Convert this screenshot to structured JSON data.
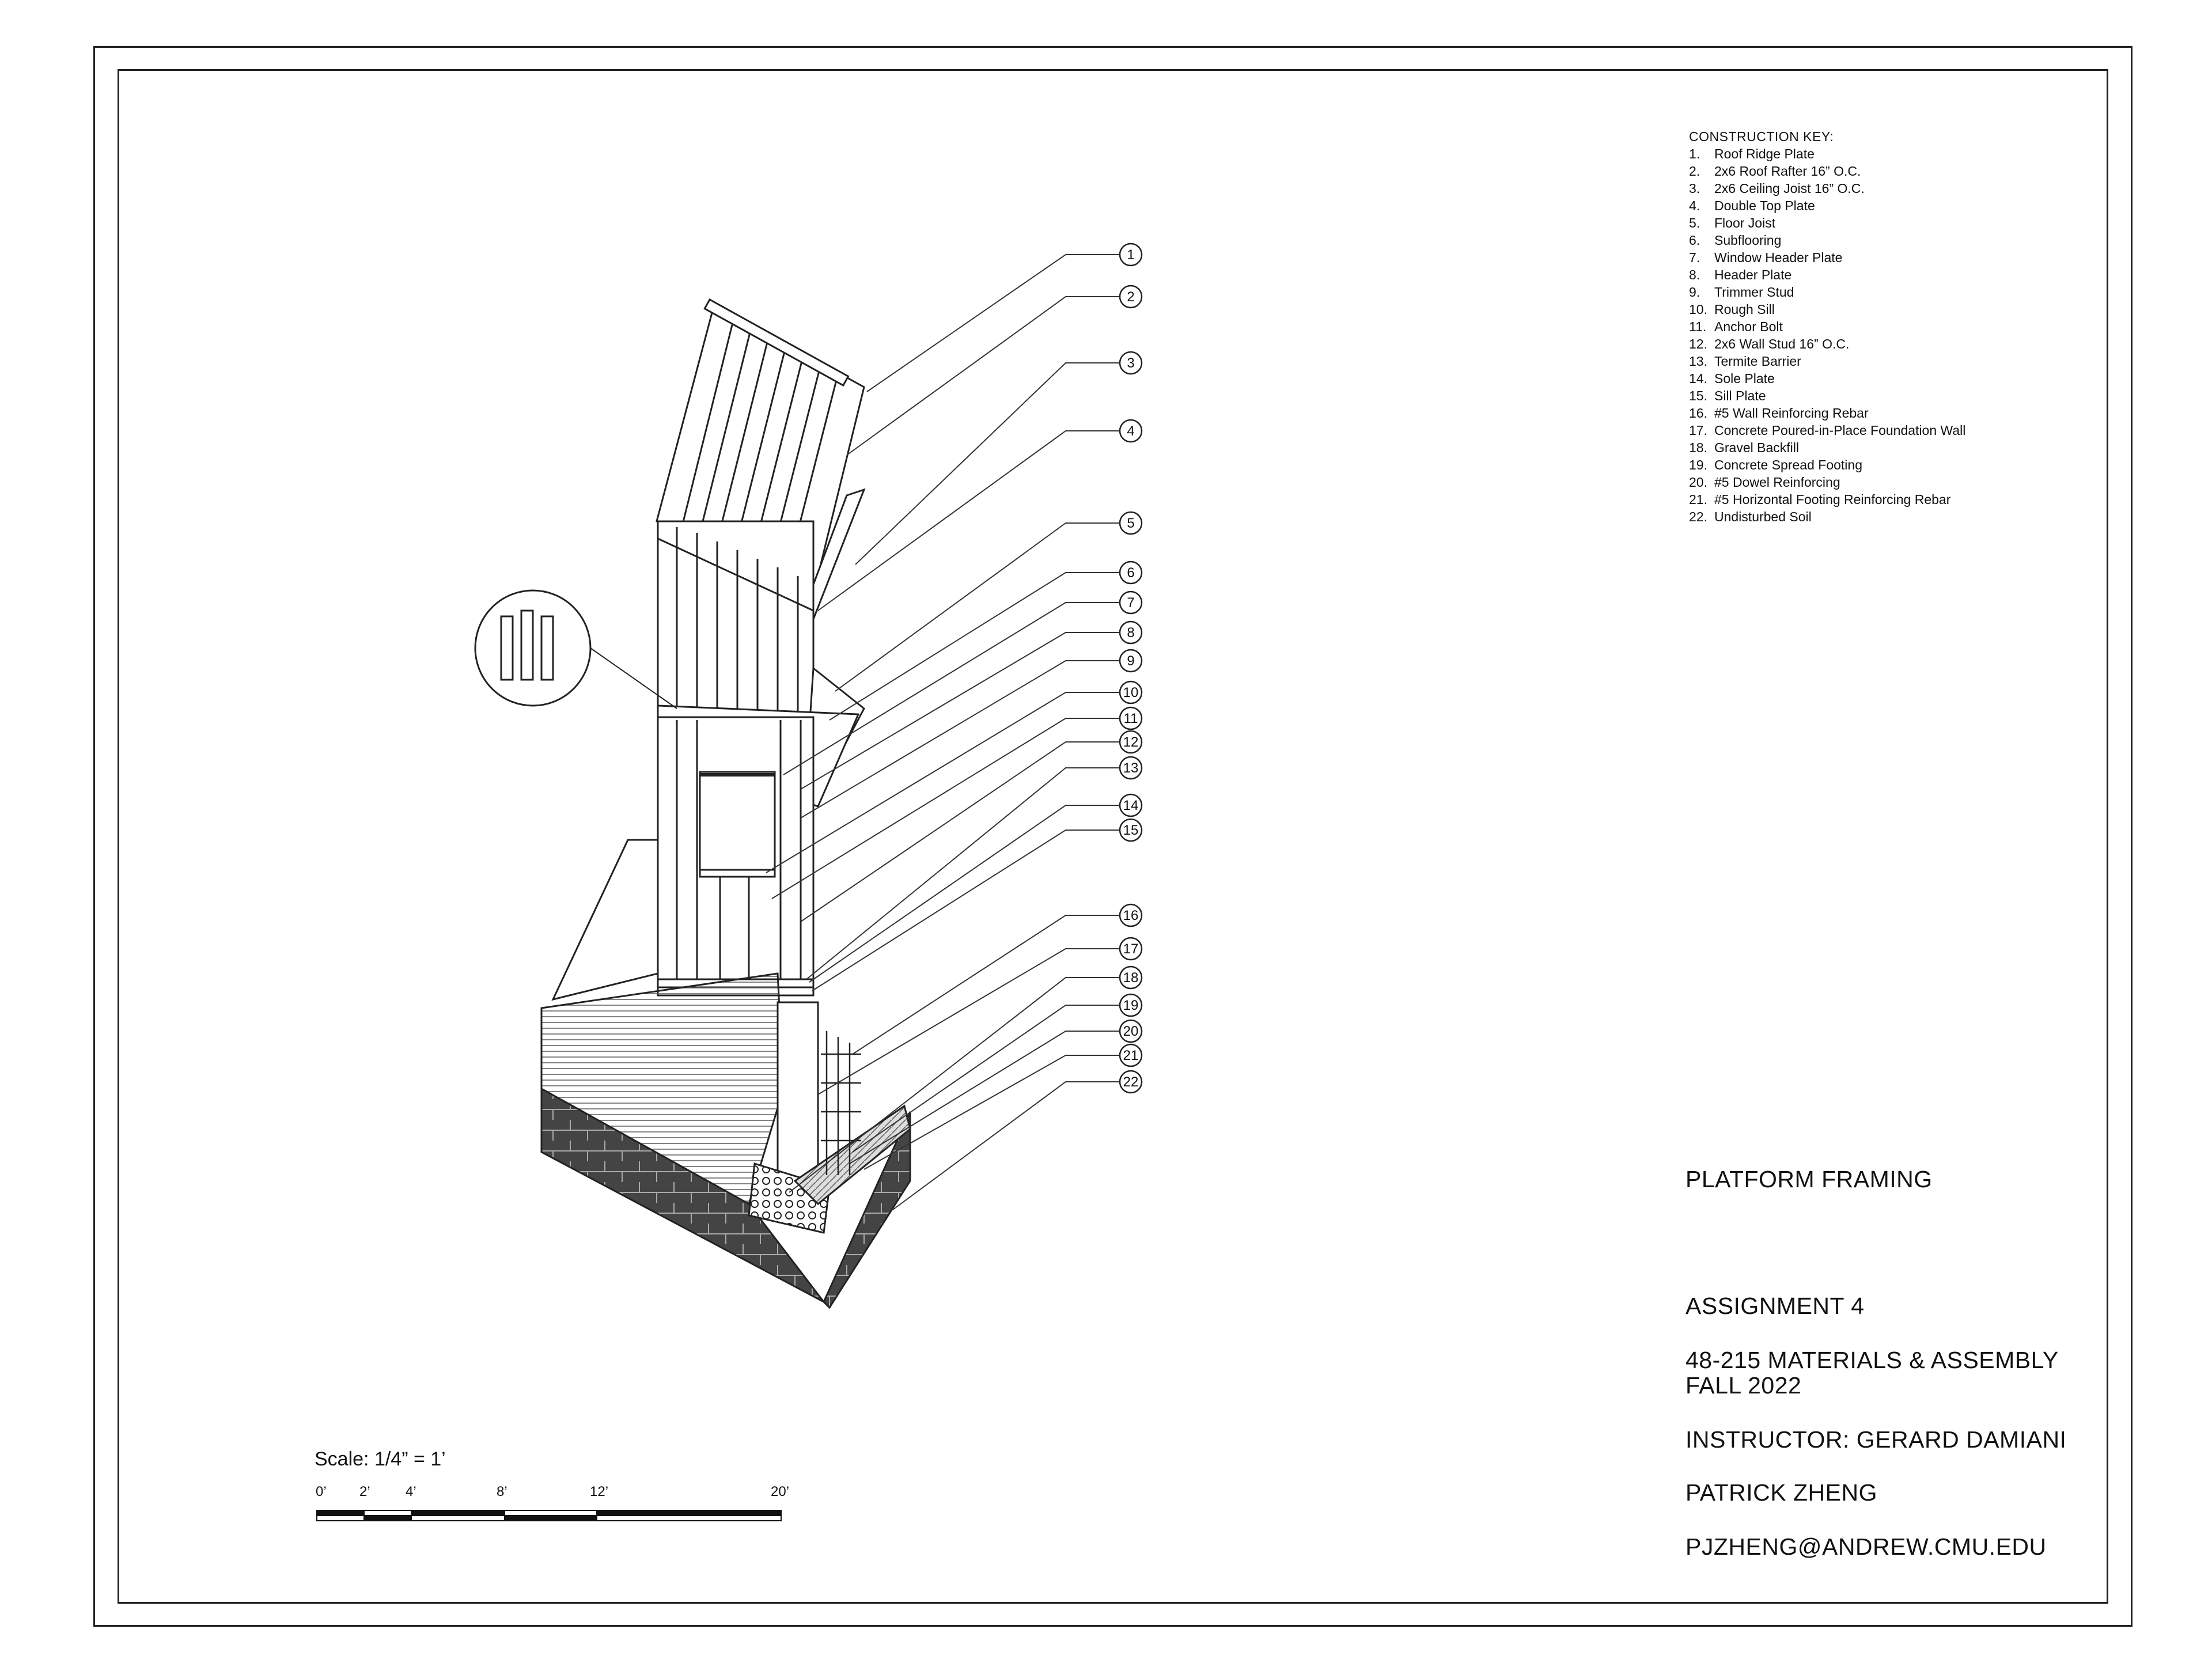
{
  "construction_key": {
    "title": "CONSTRUCTION KEY:",
    "items": [
      {
        "num": "1.",
        "label": "Roof Ridge Plate"
      },
      {
        "num": "2.",
        "label": "2x6 Roof Rafter 16” O.C."
      },
      {
        "num": "3.",
        "label": "2x6 Ceiling Joist 16” O.C."
      },
      {
        "num": "4.",
        "label": "Double Top Plate"
      },
      {
        "num": "5.",
        "label": "Floor Joist"
      },
      {
        "num": "6.",
        "label": "Subflooring"
      },
      {
        "num": "7.",
        "label": "Window Header Plate"
      },
      {
        "num": "8.",
        "label": "Header Plate"
      },
      {
        "num": "9.",
        "label": "Trimmer Stud"
      },
      {
        "num": "10.",
        "label": "Rough Sill"
      },
      {
        "num": "11.",
        "label": "Anchor Bolt"
      },
      {
        "num": "12.",
        "label": "2x6 Wall Stud 16” O.C."
      },
      {
        "num": "13.",
        "label": "Termite Barrier"
      },
      {
        "num": "14.",
        "label": "Sole Plate"
      },
      {
        "num": "15.",
        "label": "Sill Plate"
      },
      {
        "num": "16.",
        "label": "#5 Wall Reinforcing Rebar"
      },
      {
        "num": "17.",
        "label": "Concrete Poured-in-Place Foundation Wall"
      },
      {
        "num": "18.",
        "label": "Gravel Backfill"
      },
      {
        "num": "19.",
        "label": "Concrete Spread Footing"
      },
      {
        "num": "20.",
        "label": "#5 Dowel Reinforcing"
      },
      {
        "num": "21.",
        "label": "#5 Horizontal Footing Reinforcing Rebar"
      },
      {
        "num": "22.",
        "label": "Undisturbed Soil"
      }
    ]
  },
  "callouts": [
    "1",
    "2",
    "3",
    "4",
    "5",
    "6",
    "7",
    "8",
    "9",
    "10",
    "11",
    "12",
    "13",
    "14",
    "15",
    "16",
    "17",
    "18",
    "19",
    "20",
    "21",
    "22"
  ],
  "title_block": {
    "drawing_title": "PLATFORM FRAMING",
    "assignment": "ASSIGNMENT 4",
    "course": "48-215 MATERIALS & ASSEMBLY",
    "term": "FALL  2022",
    "instructor": "INSTRUCTOR: GERARD DAMIANI",
    "author": "PATRICK ZHENG",
    "email": "PJZHENG@ANDREW.CMU.EDU"
  },
  "scale": {
    "label": "Scale: 1/4” = 1’",
    "ticks": [
      "0’",
      "2’",
      "4’",
      "8’",
      "12’",
      "20’"
    ]
  }
}
